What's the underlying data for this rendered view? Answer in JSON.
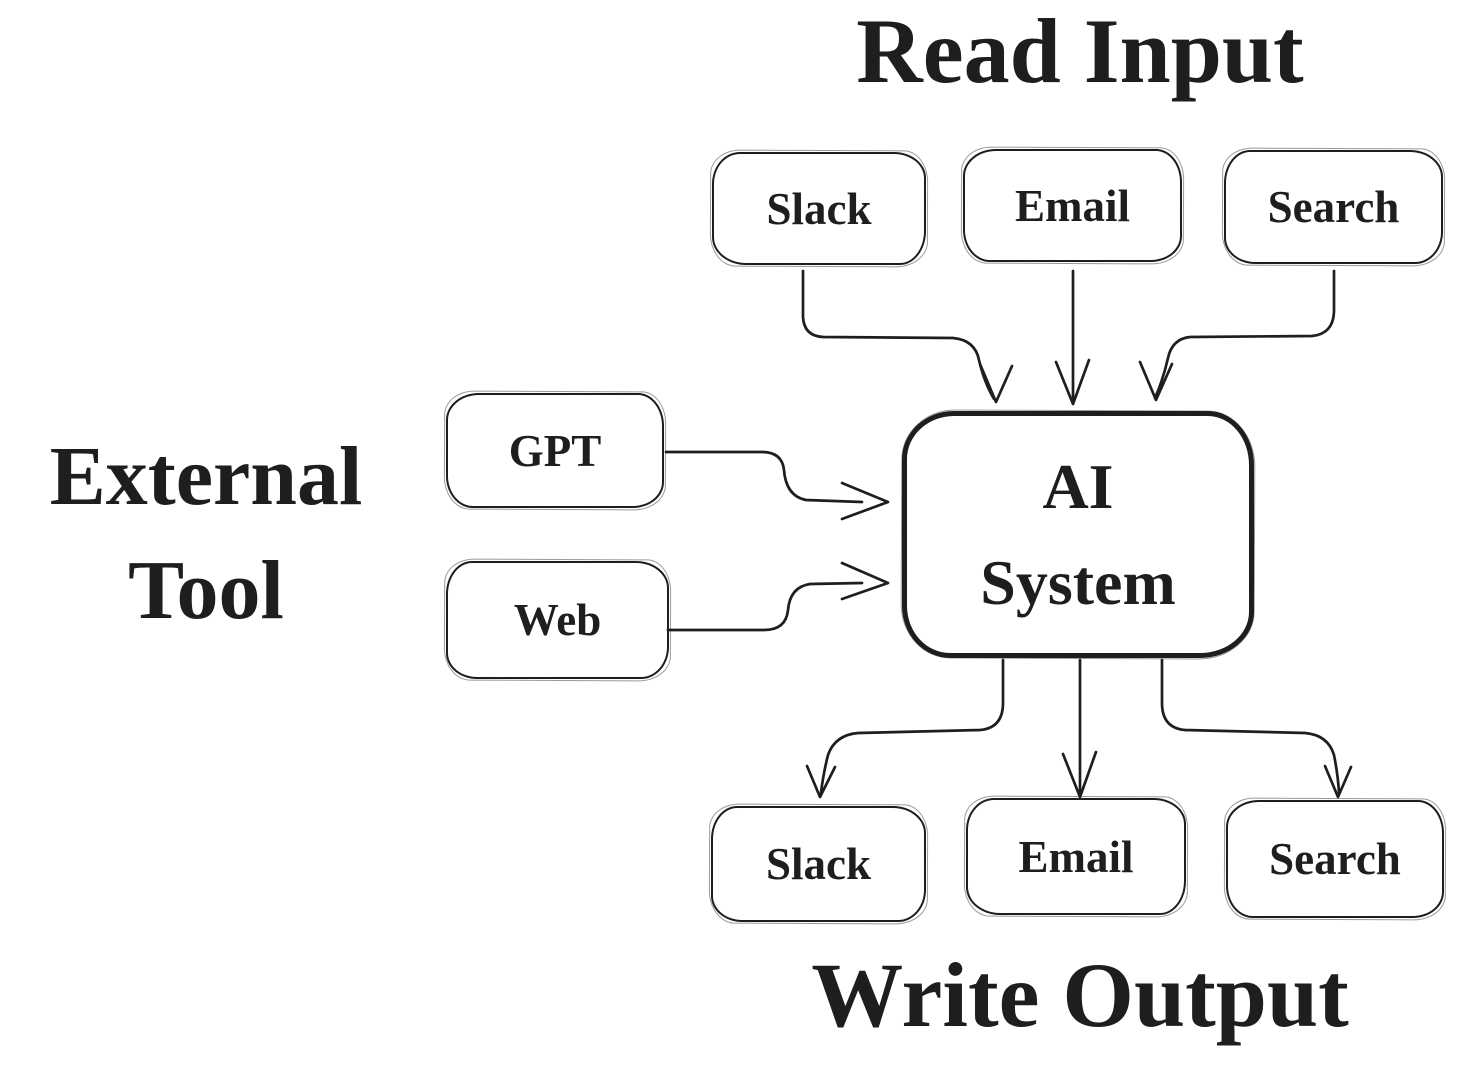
{
  "titles": {
    "read_input": "Read Input",
    "external_tool_line1": "External",
    "external_tool_line2": "Tool",
    "write_output": "Write Output"
  },
  "nodes": {
    "inputs": [
      {
        "label": "Slack"
      },
      {
        "label": "Email"
      },
      {
        "label": "Search"
      }
    ],
    "externals": [
      {
        "label": "GPT"
      },
      {
        "label": "Web"
      }
    ],
    "center": {
      "line1": "AI",
      "line2": "System"
    },
    "outputs": [
      {
        "label": "Slack"
      },
      {
        "label": "Email"
      },
      {
        "label": "Search"
      }
    ]
  },
  "connections": [
    {
      "from": "Slack (input)",
      "to": "AI System"
    },
    {
      "from": "Email (input)",
      "to": "AI System"
    },
    {
      "from": "Search (input)",
      "to": "AI System"
    },
    {
      "from": "GPT",
      "to": "AI System"
    },
    {
      "from": "Web",
      "to": "AI System"
    },
    {
      "from": "AI System",
      "to": "Slack (output)"
    },
    {
      "from": "AI System",
      "to": "Email (output)"
    },
    {
      "from": "AI System",
      "to": "Search (output)"
    }
  ],
  "colors": {
    "stroke": "#1e1e1e",
    "background": "#ffffff"
  }
}
